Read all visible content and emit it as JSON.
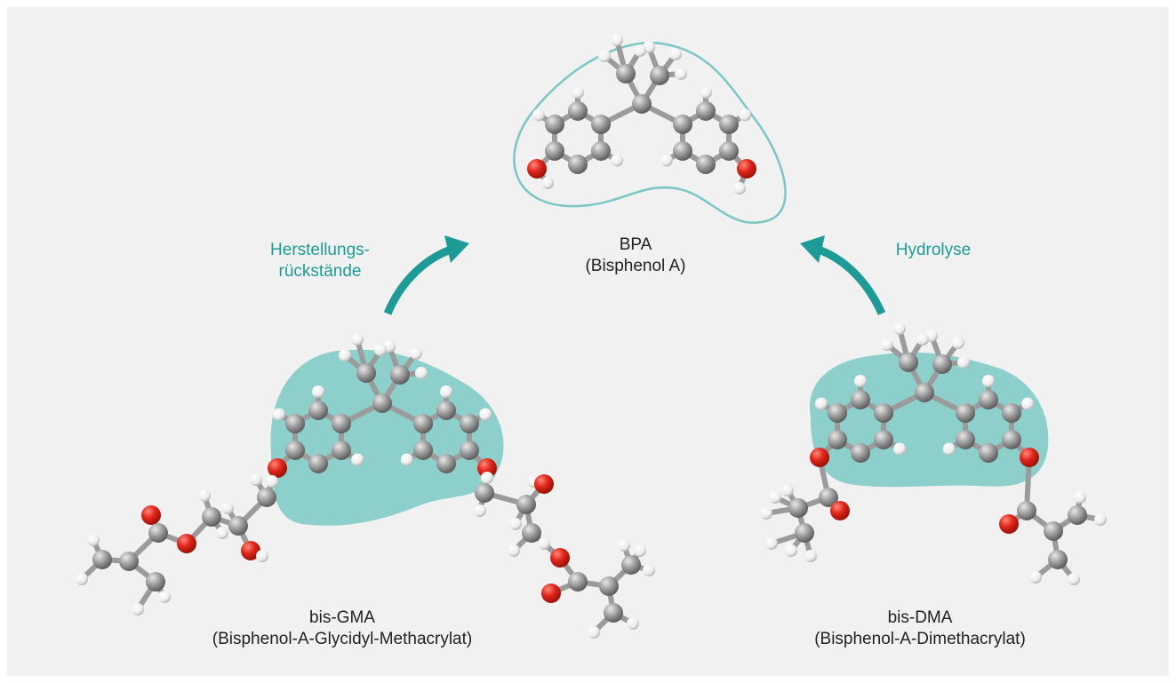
{
  "colors": {
    "background": "#f1f1f1",
    "accent": "#1e9b96",
    "highlight": "#8ccfcb",
    "outline": "#7cc6c3",
    "carbon": "#8a8a8a",
    "oxygen": "#e0261b",
    "hydrogen": "#f4f4f4",
    "text": "#222222"
  },
  "bpa": {
    "name": "BPA",
    "full_name": "(Bisphenol A)"
  },
  "bis_gma": {
    "name": "bis-GMA",
    "full_name": "(Bisphenol-A-Glycidyl-Methacrylat)"
  },
  "bis_dma": {
    "name": "bis-DMA",
    "full_name": "(Bisphenol-A-Dimethacrylat)"
  },
  "arrow_left": {
    "line1": "Herstellungs-",
    "line2": "rückstände"
  },
  "arrow_right": {
    "label": "Hydrolyse"
  },
  "icons": [
    "arrow-up-right-icon",
    "arrow-up-left-icon"
  ]
}
